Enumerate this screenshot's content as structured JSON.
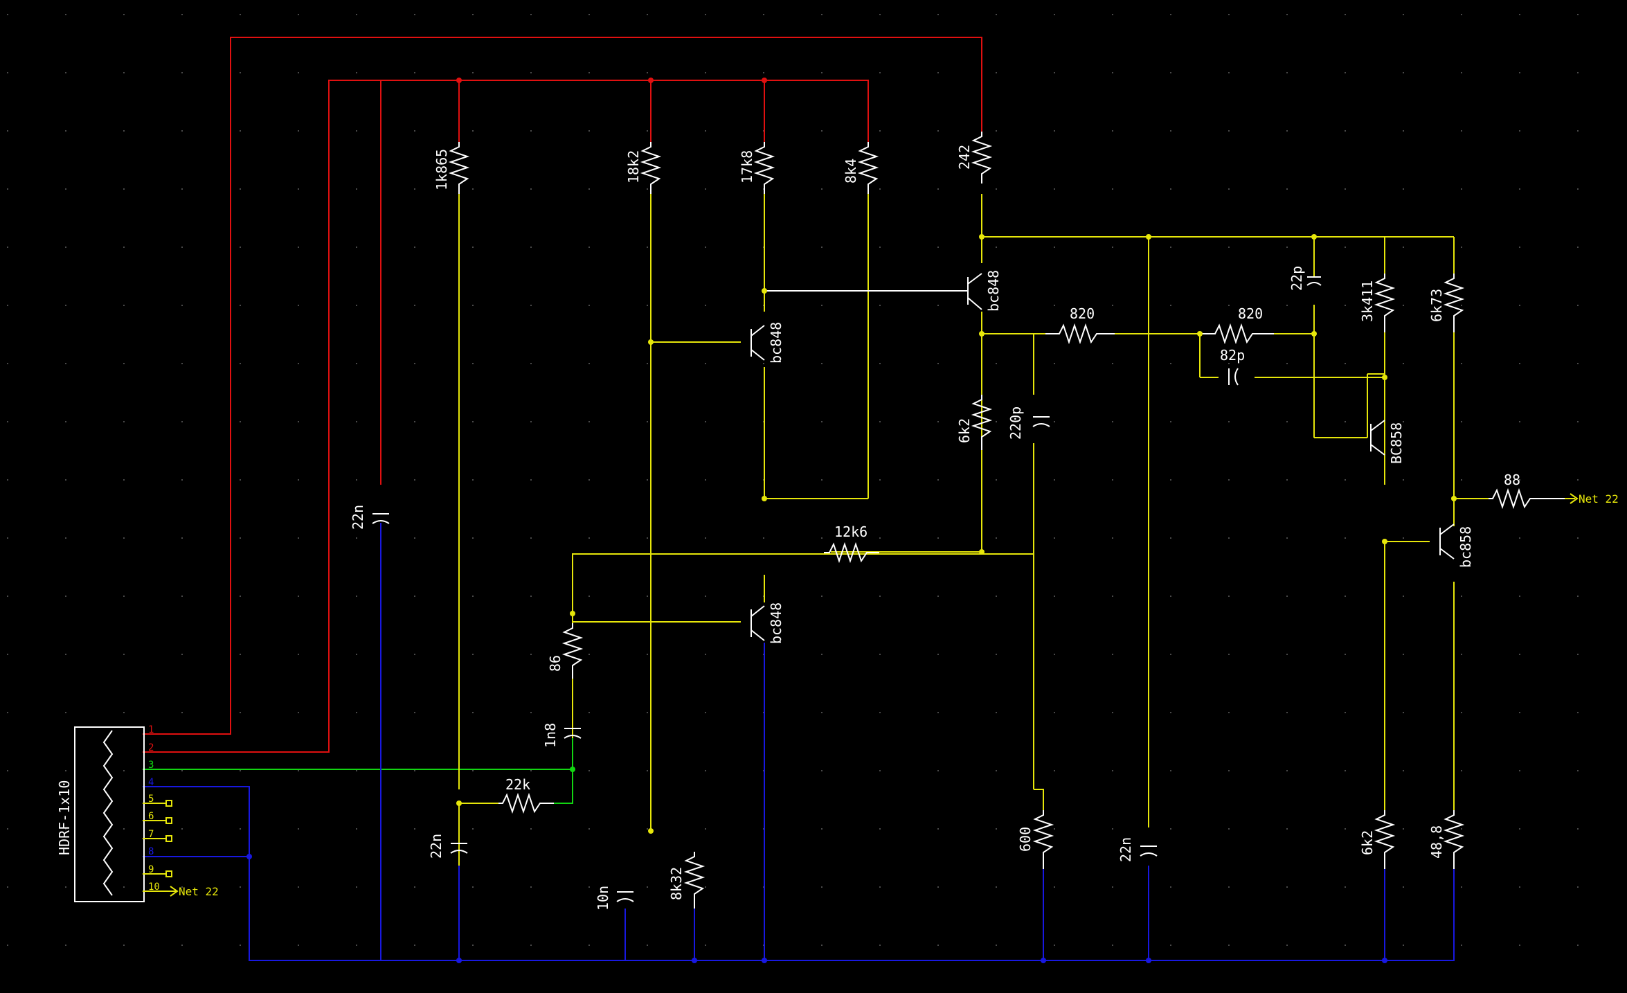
{
  "colors": {
    "background": "#000000",
    "grid_dot": "#4a4a4a",
    "wire_power": "#e01010",
    "wire_signal": "#e6e60a",
    "wire_input": "#12d512",
    "wire_ground": "#1818e0",
    "component": "#ffffff",
    "label": "#ffffff",
    "pin": "#ffff00"
  },
  "connector": {
    "ref": "HDRF-1x10",
    "pins": [
      "1",
      "2",
      "3",
      "4",
      "5",
      "6",
      "7",
      "8",
      "9",
      "10"
    ],
    "net_label": "Net 22"
  },
  "output_net": "Net 22",
  "components": {
    "r_1k865": "1k865",
    "r_18k2": "18k2",
    "r_17k8": "17k8",
    "r_8k4": "8k4",
    "r_242": "242",
    "r_820a": "820",
    "r_820b": "820",
    "c_22p": "22p",
    "r_3k411": "3k411",
    "r_6k73": "6k73",
    "c_82p": "82p",
    "r_6k2a": "6k2",
    "c_220p": "220p",
    "q_bc858a": "BC858",
    "r_88": "88",
    "q_bc858b": "bc858",
    "r_12k6": "12k6",
    "q_bc848a": "bc848",
    "q_bc848b": "bc848",
    "q_bc848c": "bc848",
    "c_22n_a": "22n",
    "r_86": "86",
    "c_1n8": "1n8",
    "r_22k": "22k",
    "c_22n_b": "22n",
    "c_10n": "10n",
    "r_8k32": "8k32",
    "r_600": "600",
    "c_22n_c": "22n",
    "r_6k2b": "6k2",
    "r_48_8": "48,8"
  }
}
